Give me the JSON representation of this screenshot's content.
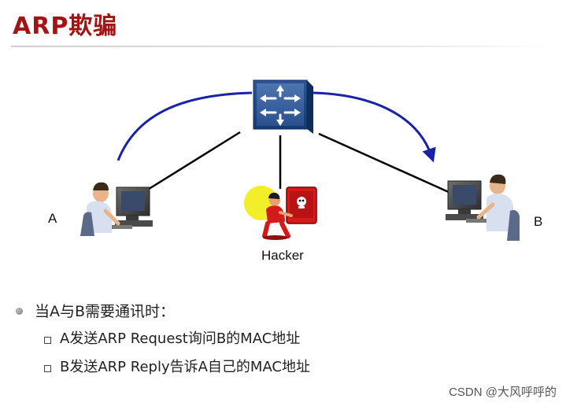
{
  "title": "ARP欺骗",
  "nodes": {
    "host_a_label": "A",
    "host_b_label": "B",
    "hacker_label": "Hacker"
  },
  "bullets": {
    "main": "当A与B需要通讯时：",
    "items": [
      "A发送ARP Request询问B的MAC地址",
      "B发送ARP Reply告诉A自己的MAC地址"
    ]
  },
  "watermark": "CSDN @大风呼呼的",
  "colors": {
    "title": "#a31515",
    "arc": "#1a23a8",
    "switch": "#2f5aa0",
    "hacker_monitor": "#d41a1a"
  }
}
